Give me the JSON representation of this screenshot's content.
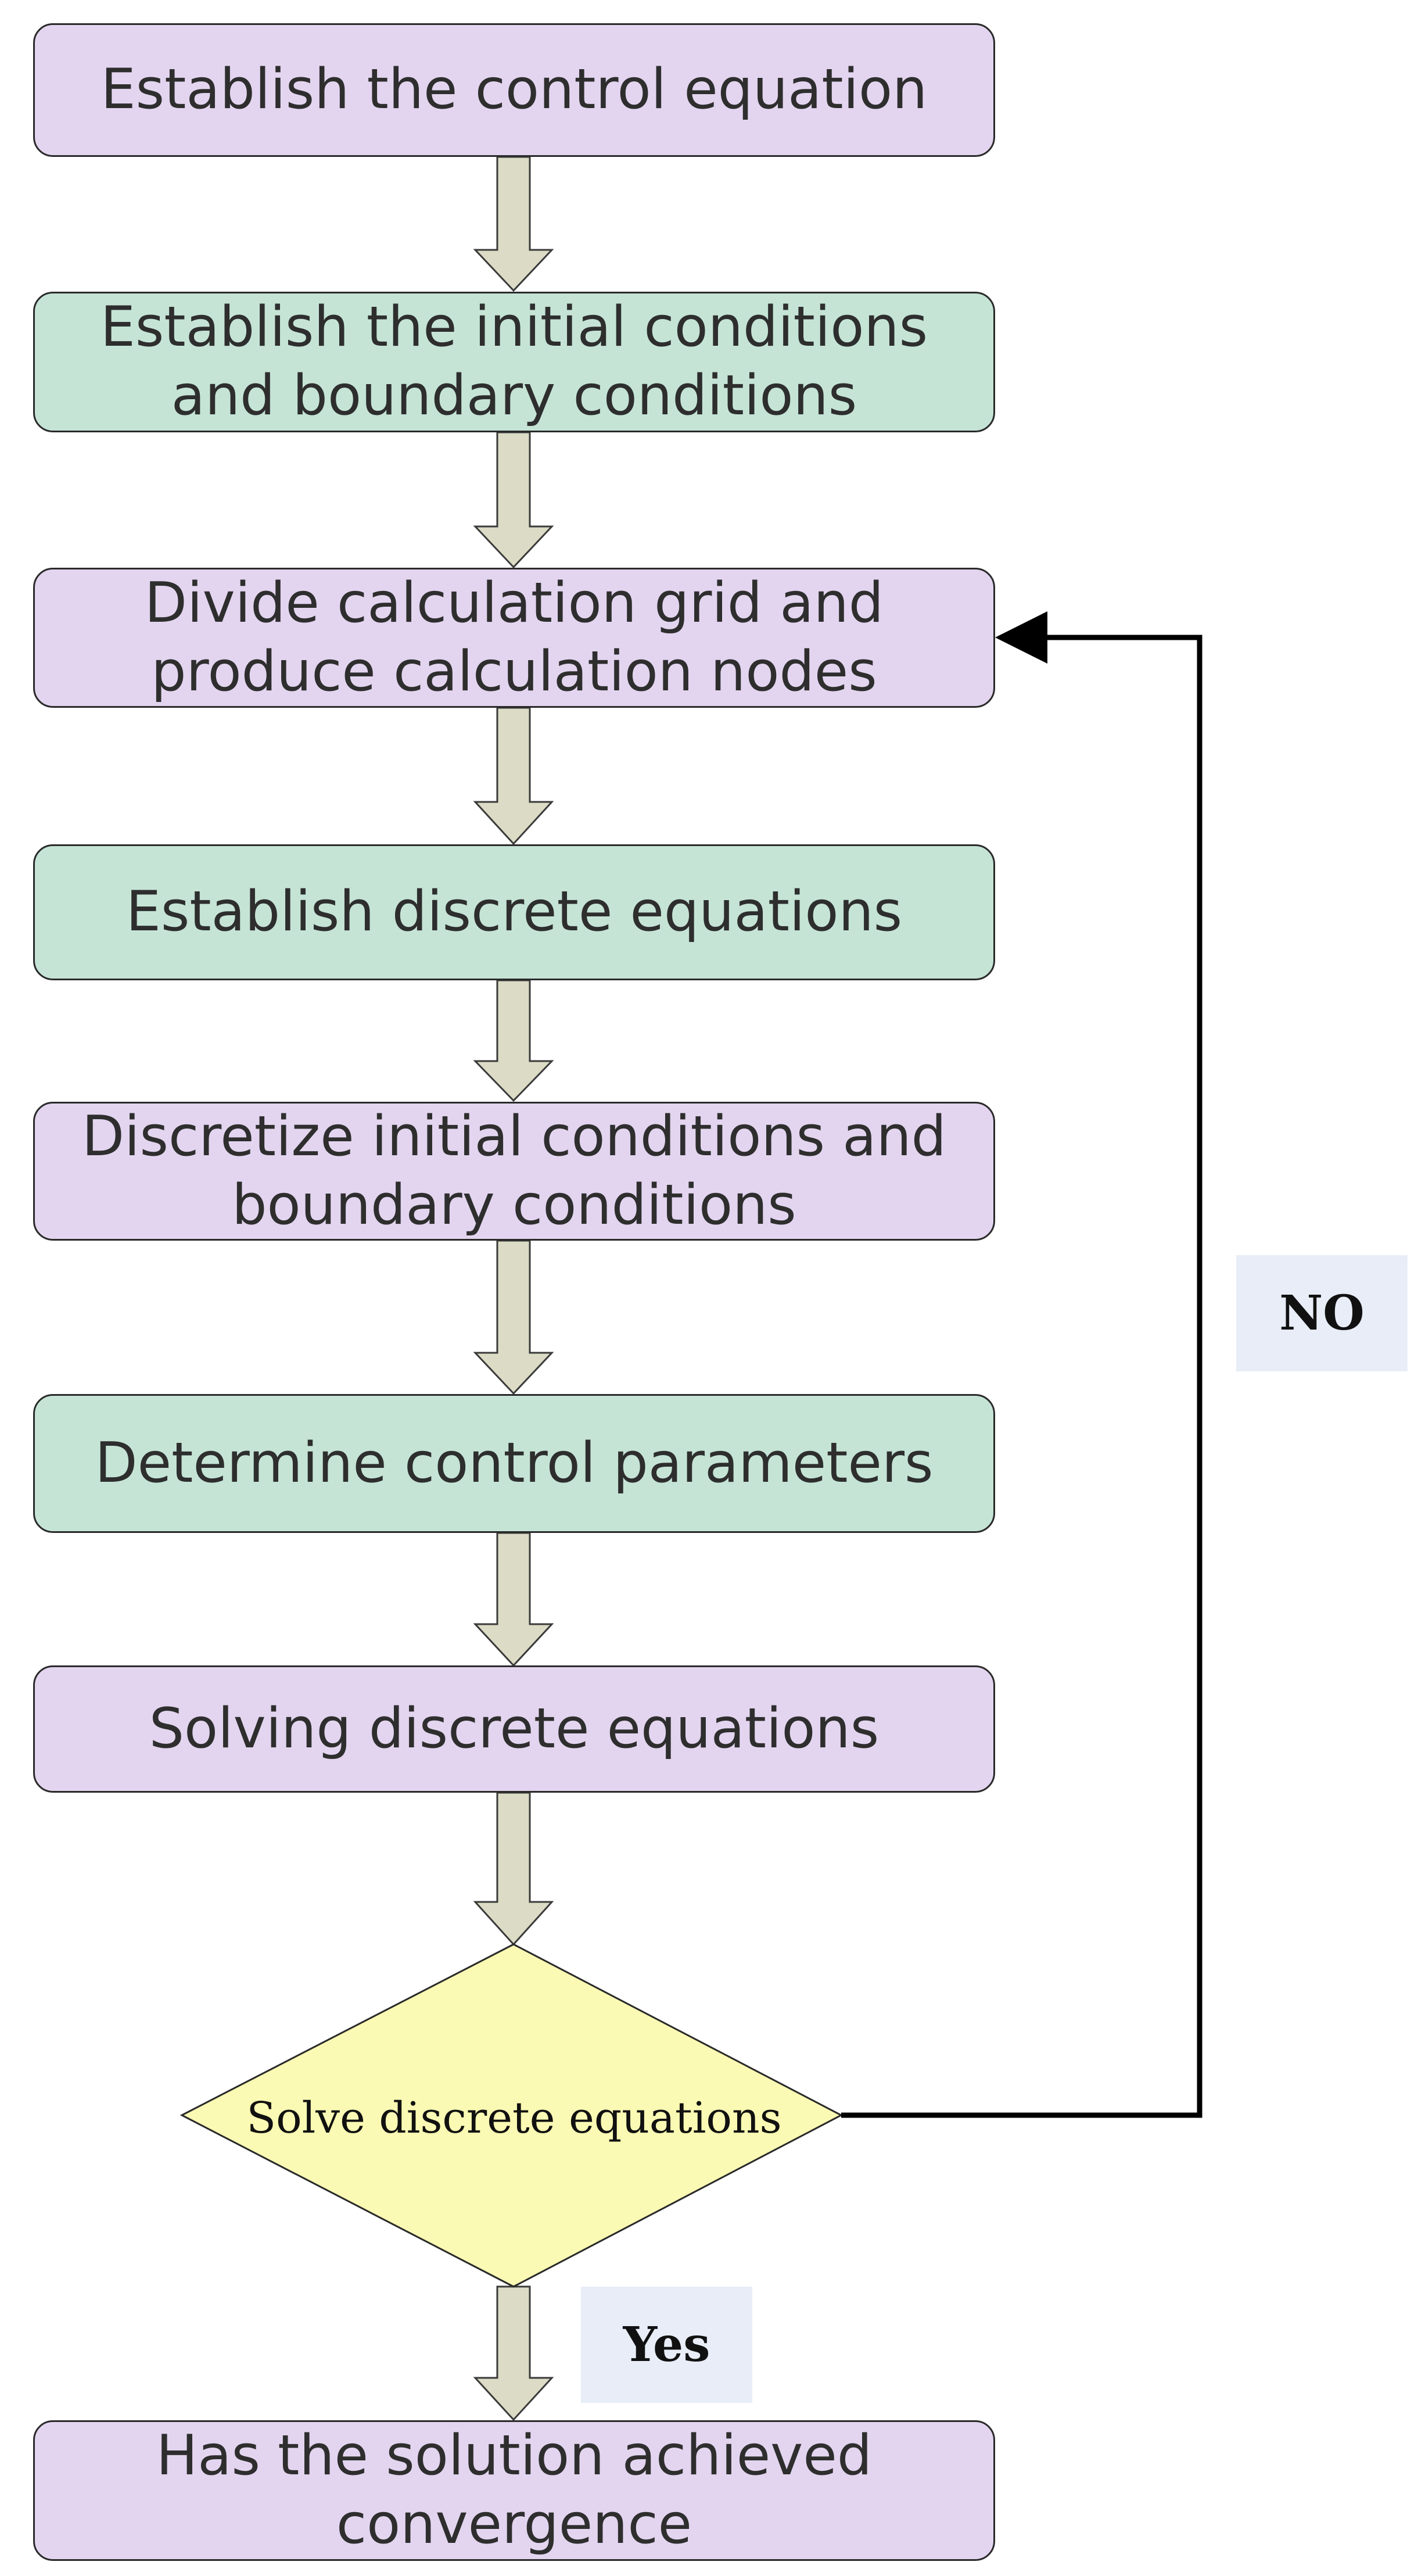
{
  "steps": [
    {
      "label": "Establish the control equation"
    },
    {
      "label": "Establish the initial conditions\nand boundary conditions"
    },
    {
      "label": "Divide calculation grid and\nproduce calculation nodes"
    },
    {
      "label": "Establish discrete equations"
    },
    {
      "label": "Discretize initial conditions and\nboundary conditions"
    },
    {
      "label": "Determine control parameters"
    },
    {
      "label": "Solving discrete equations"
    }
  ],
  "decision": {
    "label": "Solve discrete equations"
  },
  "final": {
    "label": "Has the solution achieved\nconvergence"
  },
  "branches": {
    "no": "NO",
    "yes": "Yes"
  },
  "colors": {
    "purple_fill": "#e3d5ef",
    "green_fill": "#c5e4d6",
    "decision_fill": "#fafab4",
    "arrow_fill": "#dcdcc6",
    "label_bg": "#e8edf7"
  }
}
